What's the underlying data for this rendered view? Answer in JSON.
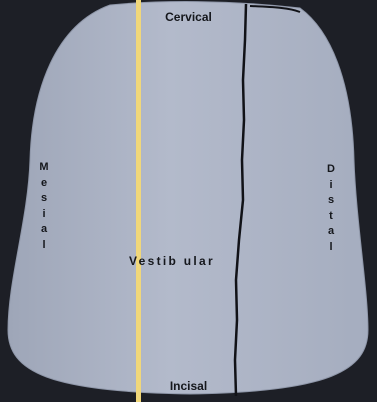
{
  "labels": {
    "cervical": "Cervical",
    "incisal": "Incisal",
    "vestibular": "Vestib ular",
    "mesial": "Mesial",
    "distal": "Distal"
  },
  "colors": {
    "background": "#1d1f26",
    "tooth": "#aeb5c6",
    "reference_line": "#f0d77a",
    "incisal_edge_line": "#111217",
    "label": "#15171c"
  }
}
